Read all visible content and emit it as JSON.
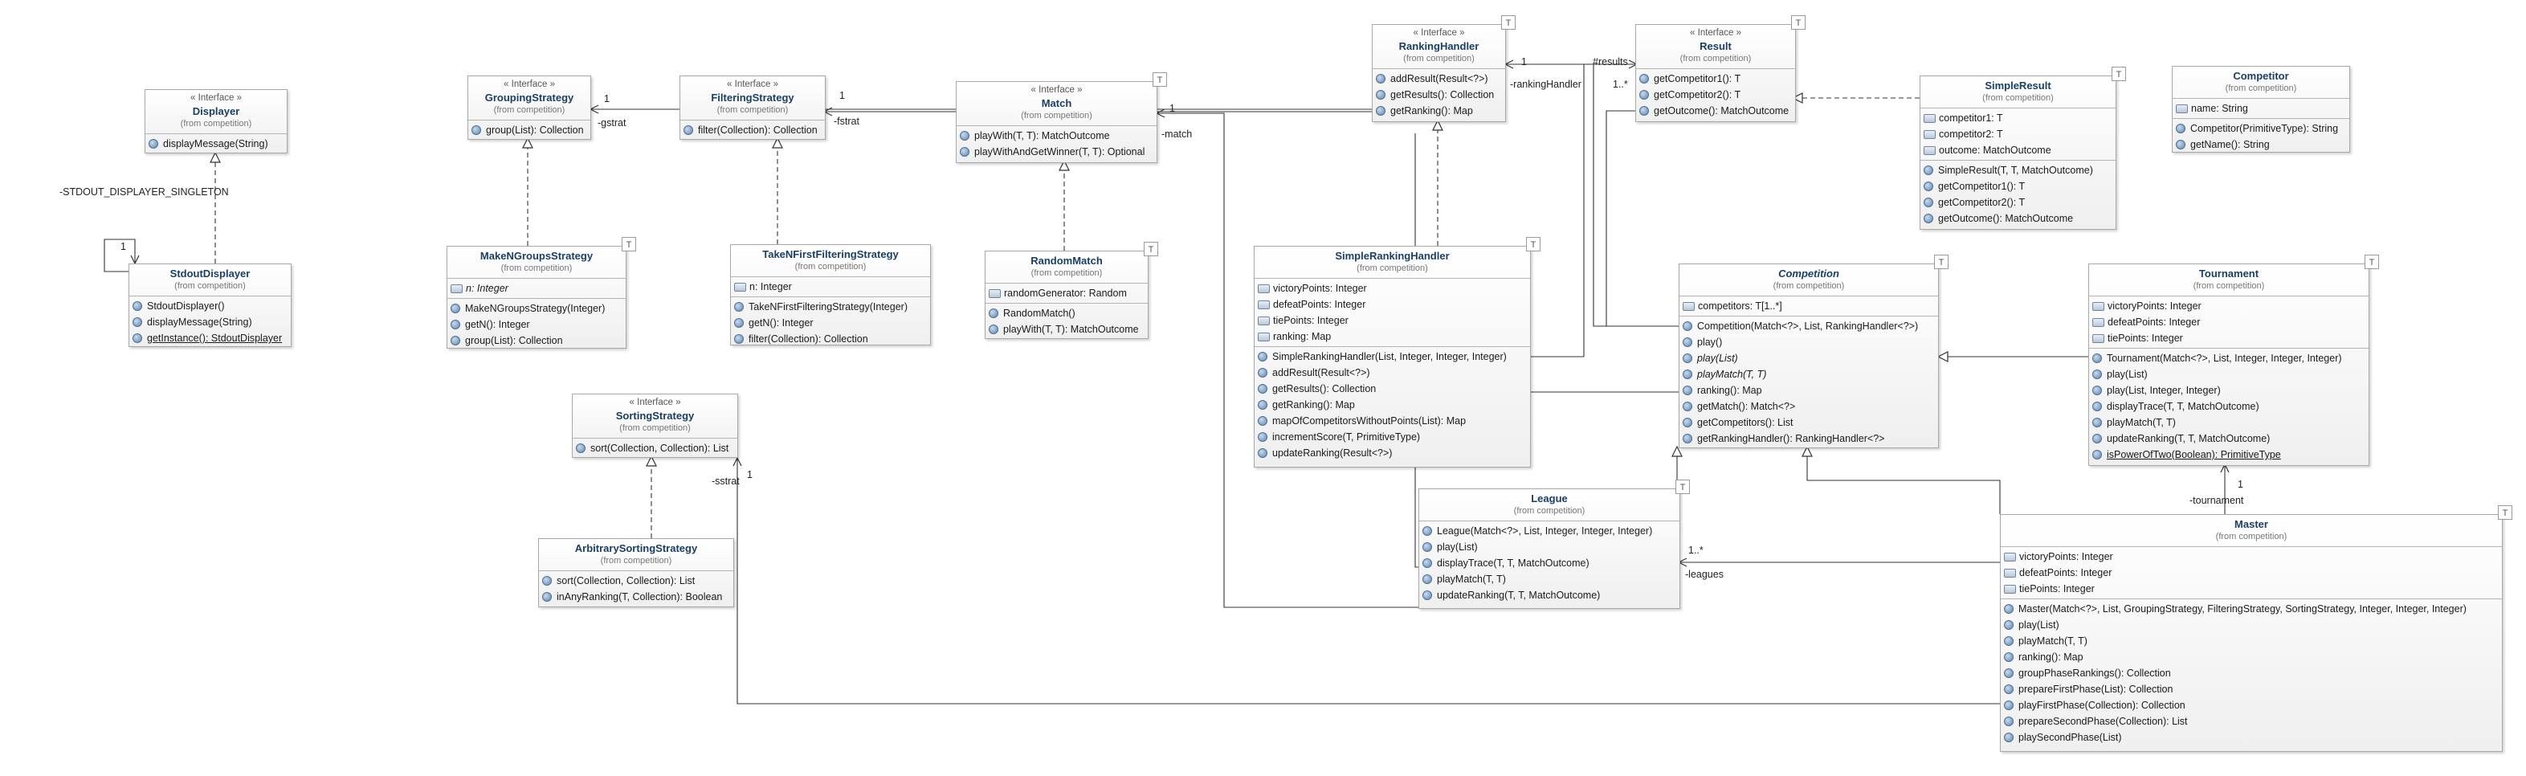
{
  "classes": {
    "displayer": {
      "stereotype": "« Interface »",
      "name": "Displayer",
      "from": "(from competition)",
      "attributes": [],
      "operations": [
        "displayMessage(String)"
      ]
    },
    "stdoutDisplayer": {
      "stereotype": "",
      "name": "StdoutDisplayer",
      "from": "(from competition)",
      "attributes": [],
      "operations": [
        "StdoutDisplayer()",
        "displayMessage(String)",
        "getInstance(): StdoutDisplayer"
      ]
    },
    "groupingStrategy": {
      "stereotype": "« Interface »",
      "name": "GroupingStrategy",
      "from": "(from competition)",
      "attributes": [],
      "operations": [
        "group(List): Collection"
      ]
    },
    "makeNGroupsStrategy": {
      "stereotype": "",
      "name": "MakeNGroupsStrategy",
      "from": "(from competition)",
      "attributes": [
        "n: Integer"
      ],
      "operations": [
        "MakeNGroupsStrategy(Integer)",
        "getN(): Integer",
        "group(List): Collection"
      ]
    },
    "filteringStrategy": {
      "stereotype": "« Interface »",
      "name": "FilteringStrategy",
      "from": "(from competition)",
      "attributes": [],
      "operations": [
        "filter(Collection): Collection"
      ]
    },
    "takeNFirstFilteringStrategy": {
      "stereotype": "",
      "name": "TakeNFirstFilteringStrategy",
      "from": "(from competition)",
      "attributes": [
        "n: Integer"
      ],
      "operations": [
        "TakeNFirstFilteringStrategy(Integer)",
        "getN(): Integer",
        "filter(Collection): Collection"
      ]
    },
    "match": {
      "stereotype": "« Interface »",
      "name": "Match",
      "from": "(from competition)",
      "attributes": [],
      "operations": [
        "playWith(T, T): MatchOutcome",
        "playWithAndGetWinner(T, T): Optional"
      ]
    },
    "randomMatch": {
      "stereotype": "",
      "name": "RandomMatch",
      "from": "(from competition)",
      "attributes": [
        "randomGenerator: Random"
      ],
      "operations": [
        "RandomMatch()",
        "playWith(T, T): MatchOutcome"
      ]
    },
    "sortingStrategy": {
      "stereotype": "« Interface »",
      "name": "SortingStrategy",
      "from": "(from competition)",
      "attributes": [],
      "operations": [
        "sort(Collection, Collection): List"
      ]
    },
    "arbitrarySortingStrategy": {
      "stereotype": "",
      "name": "ArbitrarySortingStrategy",
      "from": "(from competition)",
      "attributes": [],
      "operations": [
        "sort(Collection, Collection): List",
        "inAnyRanking(T, Collection): Boolean"
      ]
    },
    "rankingHandler": {
      "stereotype": "« Interface »",
      "name": "RankingHandler",
      "from": "(from competition)",
      "attributes": [],
      "operations": [
        "addResult(Result<?>)",
        "getResults(): Collection",
        "getRanking(): Map"
      ]
    },
    "result": {
      "stereotype": "« Interface »",
      "name": "Result",
      "from": "(from competition)",
      "attributes": [],
      "operations": [
        "getCompetitor1(): T",
        "getCompetitor2(): T",
        "getOutcome(): MatchOutcome"
      ]
    },
    "simpleResult": {
      "stereotype": "",
      "name": "SimpleResult",
      "from": "(from competition)",
      "attributes": [
        "competitor1: T",
        "competitor2: T",
        "outcome: MatchOutcome"
      ],
      "operations": [
        "SimpleResult(T, T, MatchOutcome)",
        "getCompetitor1(): T",
        "getCompetitor2(): T",
        "getOutcome(): MatchOutcome"
      ]
    },
    "competitor": {
      "stereotype": "",
      "name": "Competitor",
      "from": "(from competition)",
      "attributes": [
        "name: String"
      ],
      "operations": [
        "Competitor(PrimitiveType): String",
        "getName(): String"
      ]
    },
    "simpleRankingHandler": {
      "stereotype": "",
      "name": "SimpleRankingHandler",
      "from": "(from competition)",
      "attributes": [
        "victoryPoints: Integer",
        "defeatPoints: Integer",
        "tiePoints: Integer",
        "ranking: Map"
      ],
      "operations": [
        "SimpleRankingHandler(List, Integer, Integer, Integer)",
        "addResult(Result<?>)",
        "getResults(): Collection",
        "getRanking(): Map",
        "mapOfCompetitorsWithoutPoints(List): Map",
        "incrementScore(T, PrimitiveType)",
        "updateRanking(Result<?>)"
      ]
    },
    "competition": {
      "stereotype": "",
      "name": "Competition",
      "from": "(from competition)",
      "attributes": [
        "competitors: T[1..*]"
      ],
      "operations": [
        "Competition(Match<?>, List, RankingHandler<?>)",
        "play()",
        "play(List)",
        "playMatch(T, T)",
        "ranking(): Map",
        "getMatch(): Match<?>",
        "getCompetitors(): List",
        "getRankingHandler(): RankingHandler<?>"
      ]
    },
    "tournament": {
      "stereotype": "",
      "name": "Tournament",
      "from": "(from competition)",
      "attributes": [
        "victoryPoints: Integer",
        "defeatPoints: Integer",
        "tiePoints: Integer"
      ],
      "operations": [
        "Tournament(Match<?>, List, Integer, Integer, Integer)",
        "play(List)",
        "play(List, Integer, Integer)",
        "displayTrace(T, T, MatchOutcome)",
        "playMatch(T, T)",
        "updateRanking(T, T, MatchOutcome)",
        "isPowerOfTwo(Boolean): PrimitiveType"
      ]
    },
    "league": {
      "stereotype": "",
      "name": "League",
      "from": "(from competition)",
      "attributes": [],
      "operations": [
        "League(Match<?>, List, Integer, Integer, Integer)",
        "play(List)",
        "displayTrace(T, T, MatchOutcome)",
        "playMatch(T, T)",
        "updateRanking(T, T, MatchOutcome)"
      ]
    },
    "master": {
      "stereotype": "",
      "name": "Master",
      "from": "(from competition)",
      "attributes": [
        "victoryPoints: Integer",
        "defeatPoints: Integer",
        "tiePoints: Integer"
      ],
      "operations": [
        "Master(Match<?>, List, GroupingStrategy, FilteringStrategy, SortingStrategy, Integer, Integer, Integer)",
        "play(List)",
        "playMatch(T, T)",
        "ranking(): Map",
        "groupPhaseRankings(): Collection",
        "prepareFirstPhase(List): Collection",
        "playFirstPhase(Collection): Collection",
        "prepareSecondPhase(Collection): List",
        "playSecondPhase(List)"
      ]
    }
  },
  "template_badge": "T",
  "labels": {
    "stdout_singleton": "-STDOUT_DISPLAYER_SINGLETON",
    "stdout_mult": "1",
    "gstrat": "-gstrat",
    "gstrat_mult": "1",
    "fstrat": "-fstrat",
    "fstrat_mult": "1",
    "match_role": "-match",
    "match_mult": "1",
    "sstrat": "-sstrat",
    "sstrat_mult": "1",
    "ranking_handler_role": "-rankingHandler",
    "ranking_handler_mult": "1",
    "results_role": "#results",
    "results_mult": "1..*",
    "leagues_role": "-leagues",
    "leagues_mult": "1..*",
    "tournament_role": "-tournament",
    "tournament_mult": "1"
  },
  "colors": {
    "class_name": "#1a3f66",
    "line": "#333333"
  }
}
